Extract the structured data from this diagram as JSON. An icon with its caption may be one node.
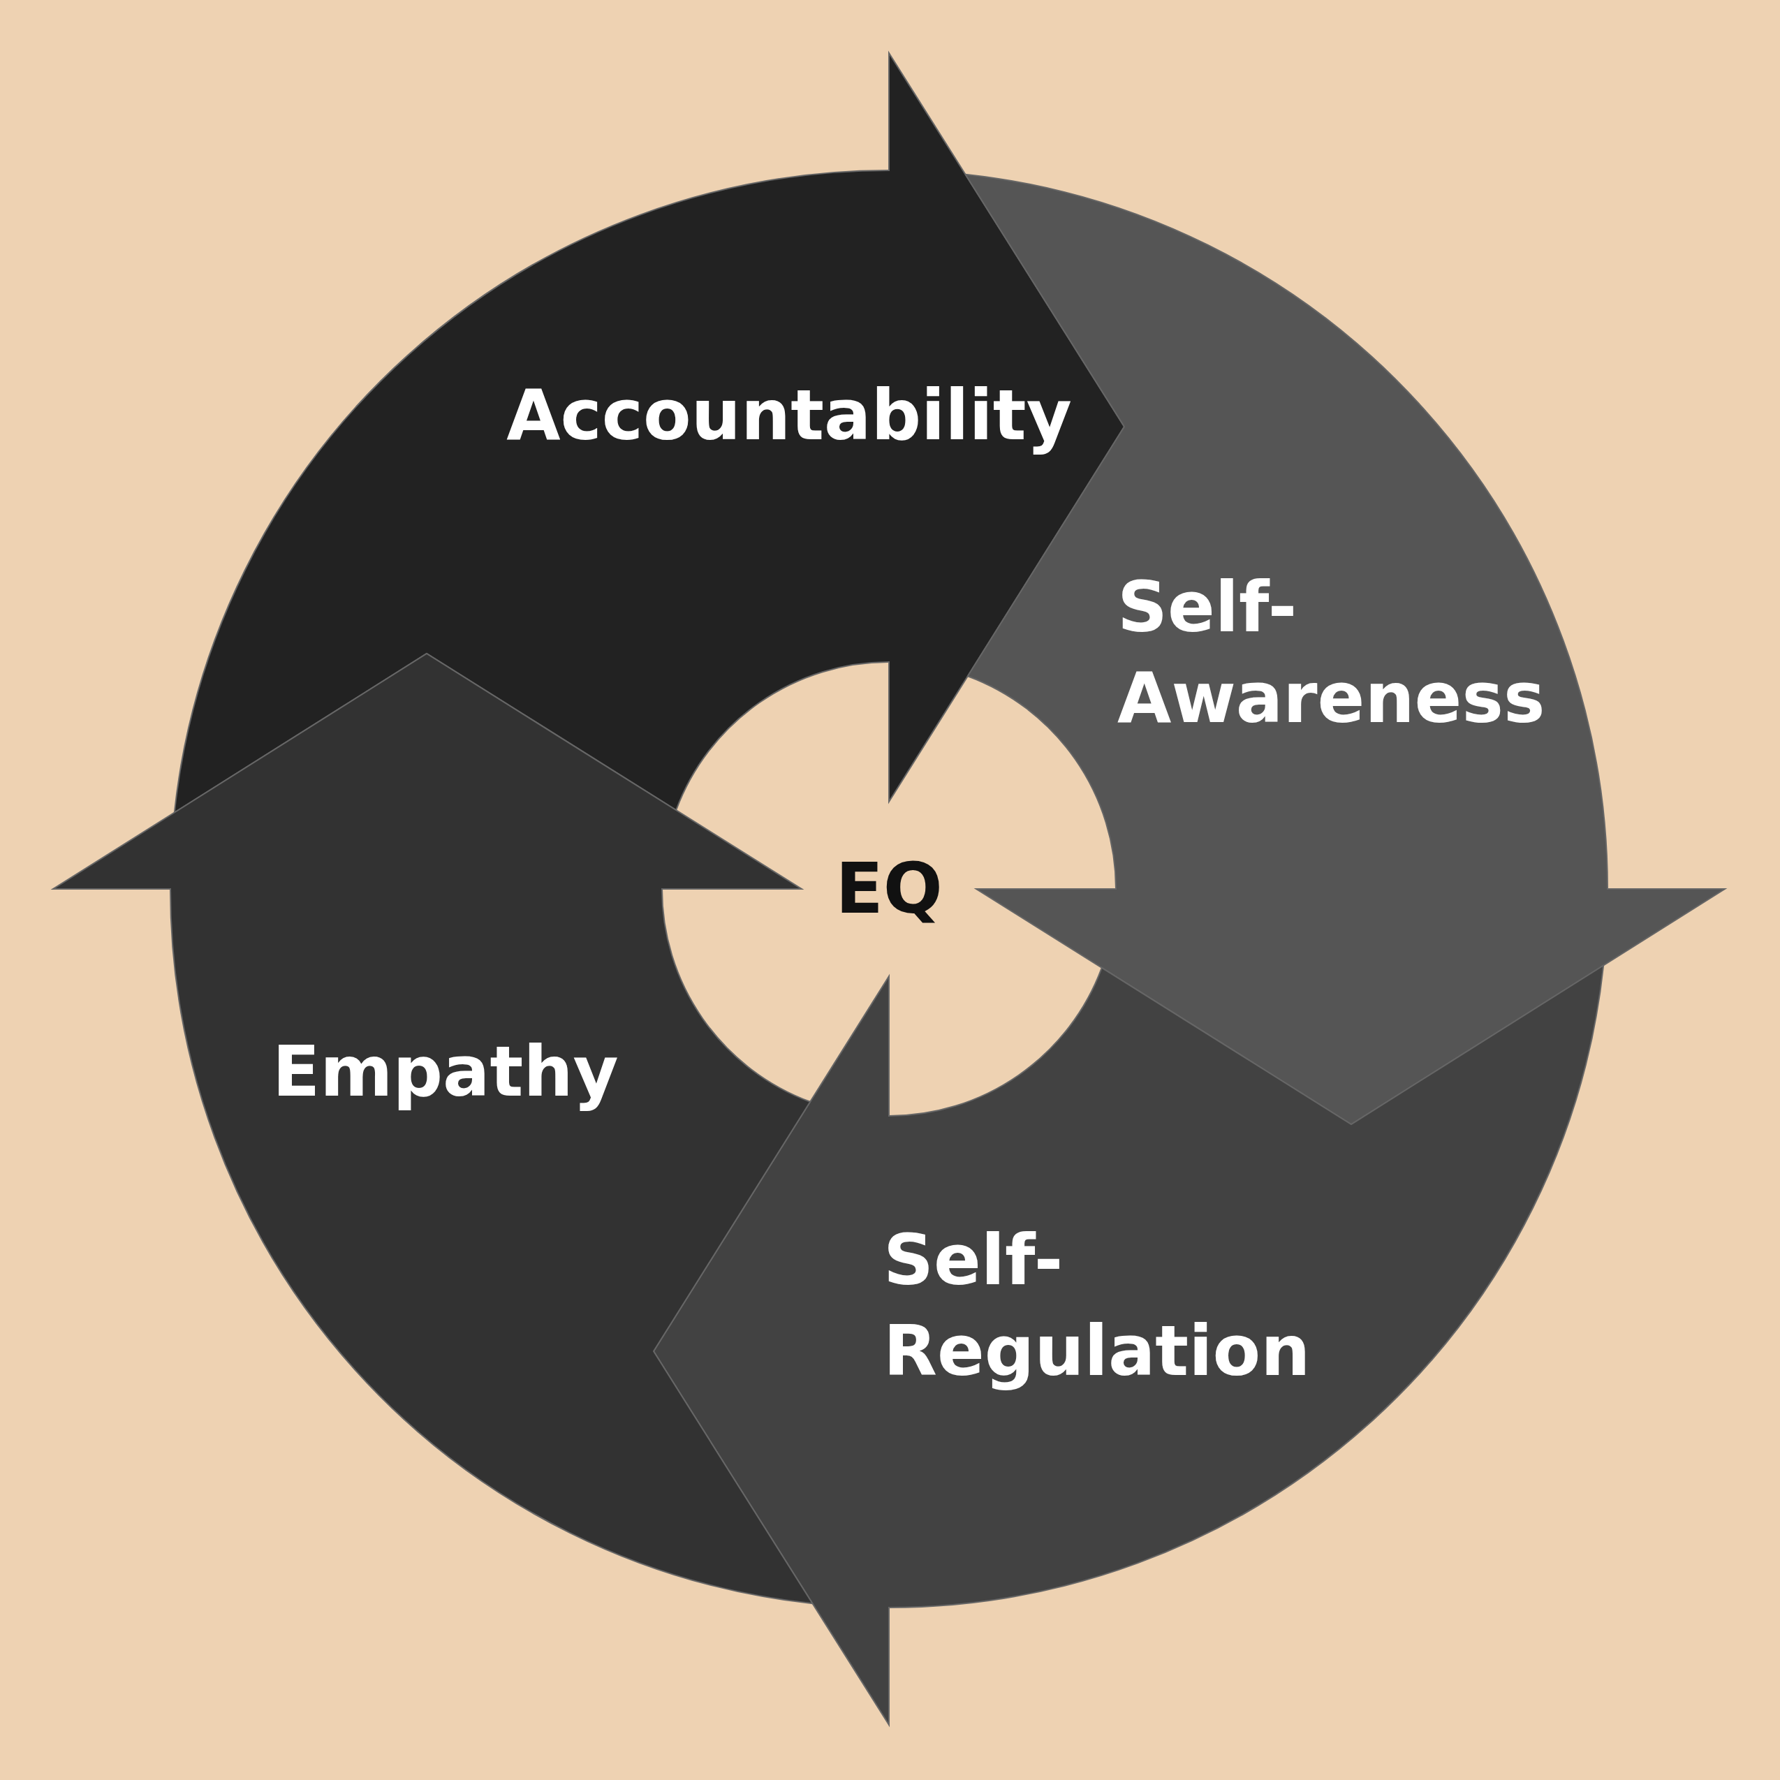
{
  "diagram": {
    "nodes": [
      {
        "text": [
          "Accountability"
        ]
      },
      {
        "text": [
          "Self-Awareness"
        ]
      },
      {
        "text": [
          "Self-Regulation"
        ]
      },
      {
        "text": [
          "Empathy"
        ]
      }
    ],
    "labels": [
      "EQ"
    ]
  }
}
